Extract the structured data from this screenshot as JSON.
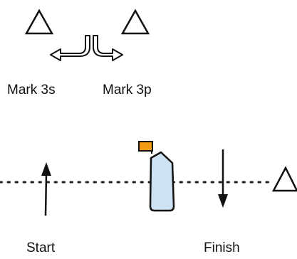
{
  "labels": {
    "mark_3s": "Mark 3s",
    "mark_3p": "Mark 3p",
    "start": "Start",
    "finish": "Finish"
  },
  "colors": {
    "stroke": "#111111",
    "boat_fill": "#cfe2f3",
    "flag_fill": "#f39c12",
    "background": "#ffffff"
  },
  "icons": {
    "mark": "triangle-buoy-icon",
    "rounding_starboard": "u-turn-left-arrow-icon",
    "rounding_port": "u-turn-right-arrow-icon",
    "committee_boat": "committee-boat-icon",
    "flag": "orange-flag-icon",
    "start_direction": "arrow-up-icon",
    "finish_direction": "arrow-down-icon"
  }
}
